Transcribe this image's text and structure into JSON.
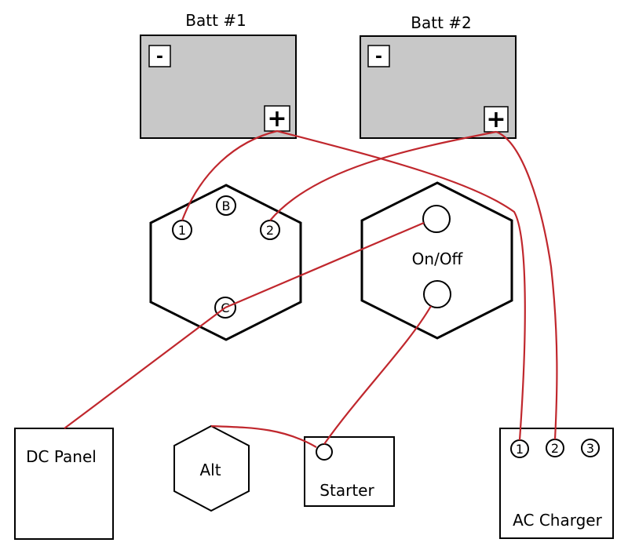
{
  "batteries": {
    "batt1": {
      "label": "Batt #1",
      "neg_symbol": "-",
      "pos_symbol": "+"
    },
    "batt2": {
      "label": "Batt #2",
      "neg_symbol": "-",
      "pos_symbol": "+"
    }
  },
  "selector_switch": {
    "terminal_1": "1",
    "terminal_2": "2",
    "terminal_b": "B",
    "terminal_c": "C"
  },
  "on_off_switch": {
    "label": "On/Off"
  },
  "dc_panel": {
    "label": "DC Panel"
  },
  "alternator": {
    "label": "Alt"
  },
  "starter": {
    "label": "Starter"
  },
  "ac_charger": {
    "label": "AC Charger",
    "terminal_1": "1",
    "terminal_2": "2",
    "terminal_3": "3"
  },
  "colors": {
    "wire": "#c0272d",
    "battery_fill": "#c8c8c8",
    "outline": "#000000"
  }
}
